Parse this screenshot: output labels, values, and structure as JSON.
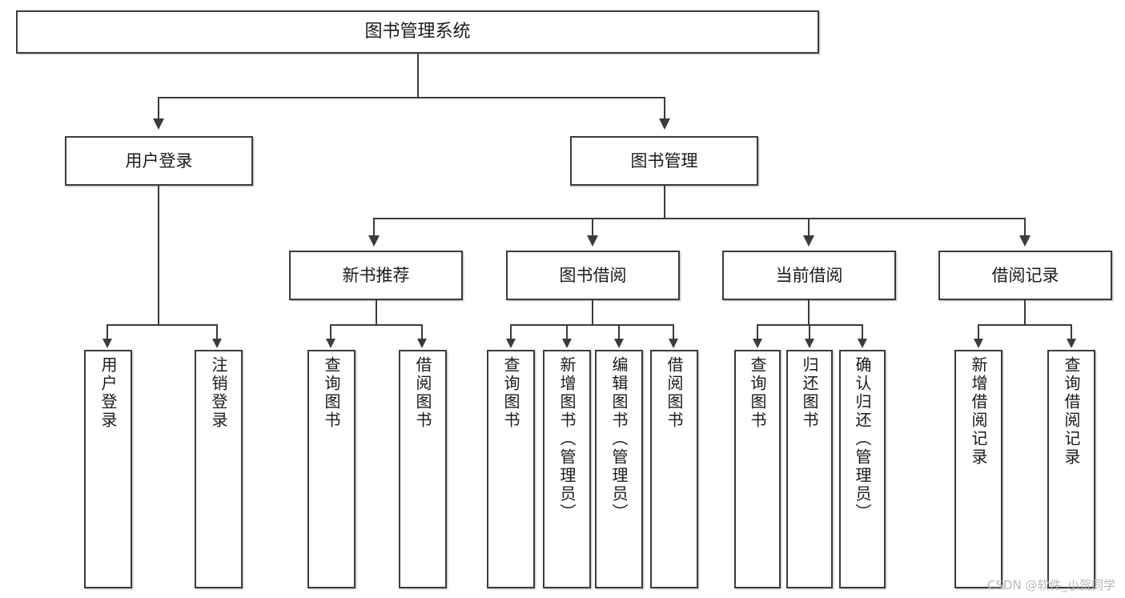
{
  "diagram": {
    "title": "图书管理系统",
    "type": "hierarchy-tree",
    "root": {
      "label": "图书管理系统"
    },
    "level2": [
      {
        "label": "用户登录"
      },
      {
        "label": "图书管理"
      }
    ],
    "level3": [
      {
        "label": "新书推荐"
      },
      {
        "label": "图书借阅"
      },
      {
        "label": "当前借阅"
      },
      {
        "label": "借阅记录"
      }
    ],
    "leaves": {
      "user_login": [
        {
          "label": "用户登录"
        },
        {
          "label": "注销登录"
        }
      ],
      "new_book_recommend": [
        {
          "label": "查询图书"
        },
        {
          "label": "借阅图书"
        }
      ],
      "book_borrow": [
        {
          "label": "查询图书"
        },
        {
          "label": "新增图书（管理员）"
        },
        {
          "label": "编辑图书（管理员）"
        },
        {
          "label": "借阅图书"
        }
      ],
      "current_borrow": [
        {
          "label": "查询图书"
        },
        {
          "label": "归还图书"
        },
        {
          "label": "确认归还（管理员）"
        }
      ],
      "borrow_record": [
        {
          "label": "新增借阅记录"
        },
        {
          "label": "查询借阅记录"
        }
      ]
    }
  },
  "watermark": {
    "text": "CSDN @软件_小贺同学"
  },
  "colors": {
    "stroke": "#3b3b3b",
    "fill": "#ffffff",
    "text": "#1a1a1a",
    "watermark": "#b8b8b8"
  }
}
